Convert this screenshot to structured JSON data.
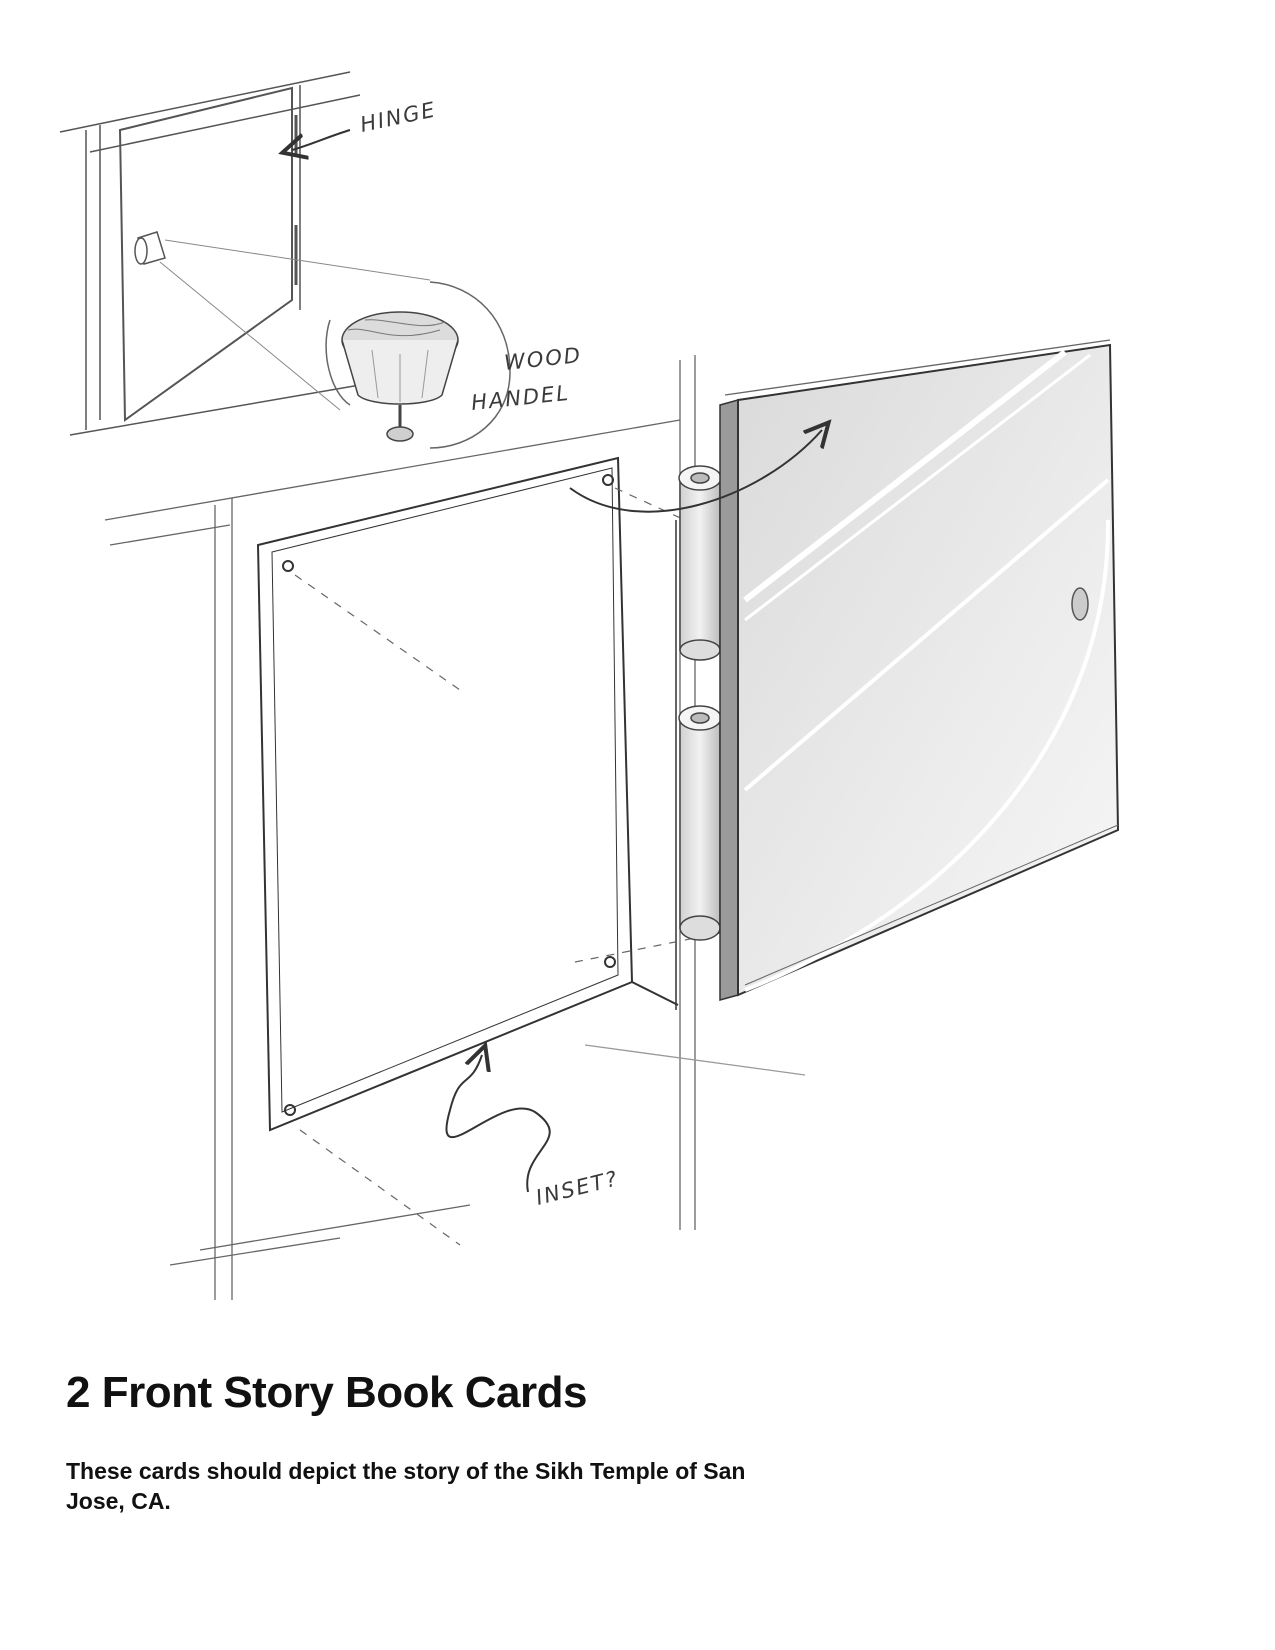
{
  "annotations": {
    "hinge": "HINGE",
    "wood_line1": "WOOD",
    "wood_line2": "HANDEL",
    "inset": "INSET?"
  },
  "title": "2 Front Story Book Cards",
  "description": "These cards should depict the story of the Sikh Temple of San Jose, CA.",
  "colors": {
    "ink": "#3a3a3a",
    "text": "#111111",
    "glass": "#e9e9e9"
  }
}
